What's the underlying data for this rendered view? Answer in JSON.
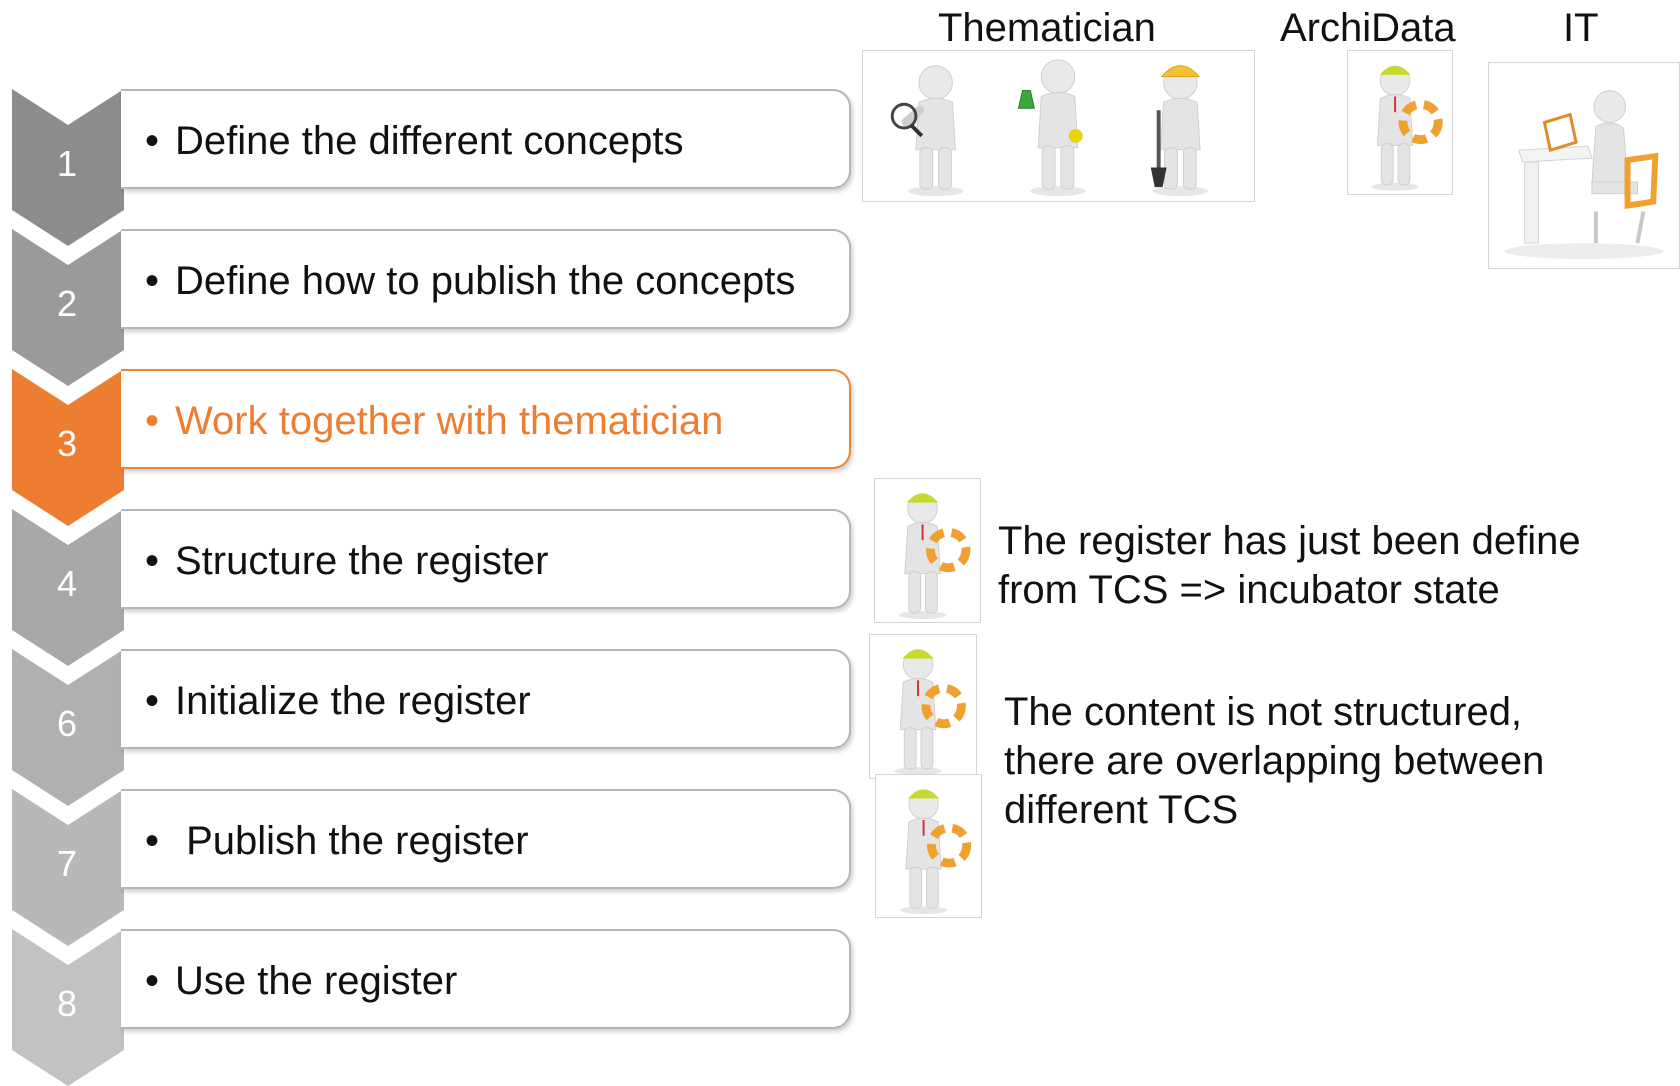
{
  "roles": {
    "thematician": "Thematician",
    "archidata": "ArchiData",
    "it": "IT"
  },
  "steps": [
    {
      "number": "1",
      "bullet": "•",
      "label": "Define the different concepts",
      "color": "#8c8c8c",
      "active": false
    },
    {
      "number": "2",
      "bullet": "•",
      "label": "Define how to publish the concepts",
      "color": "#9a9a9a",
      "active": false
    },
    {
      "number": "3",
      "bullet": "•",
      "label": "Work together with thematician",
      "color": "#ed7d31",
      "active": true
    },
    {
      "number": "4",
      "bullet": "•",
      "label": "Structure the register",
      "color": "#a8a8a8",
      "active": false
    },
    {
      "number": "6",
      "bullet": "•",
      "label": "Initialize the register",
      "color": "#b0b0b0",
      "active": false
    },
    {
      "number": "7",
      "bullet": "•",
      "label": " Publish the register",
      "color": "#b8b8b8",
      "active": false
    },
    {
      "number": "8",
      "bullet": "•",
      "label": "Use the register",
      "color": "#c2c2c2",
      "active": false
    }
  ],
  "notes": {
    "incubator": [
      "The register has just been define",
      "from TCS => incubator state"
    ],
    "overlap": [
      "The content is not structured,",
      "there are overlapping between",
      "different TCS"
    ]
  },
  "icons": {
    "investigator": "magnifier-figure-icon",
    "scientist": "scientist-figure-icon",
    "worker": "hardhat-shovel-figure-icon",
    "lifeguard": "lifeguard-figure-icon",
    "computer_user": "desk-computer-figure-icon"
  },
  "colors": {
    "accent": "#ed7d31",
    "box_border": "#b6b6b6",
    "helmet": "#c8d92e",
    "lifebuoy": "#f0a030"
  }
}
